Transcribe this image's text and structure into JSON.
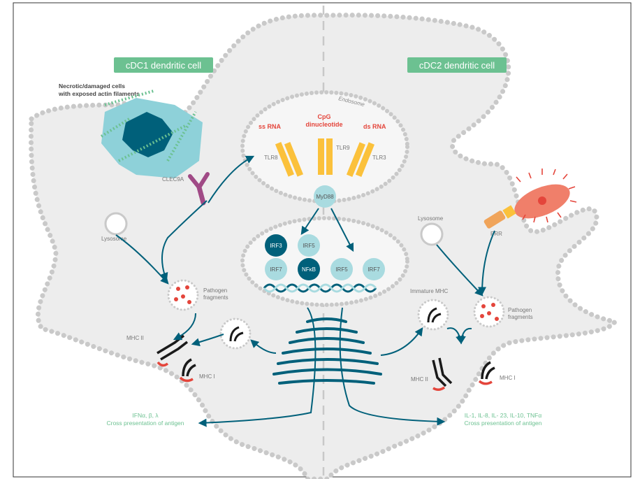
{
  "cells": {
    "left_title": "cDC1 dendritic cell",
    "right_title": "cDC2 dendritic cell"
  },
  "necrotic": {
    "line1": "Necrotic/damaged cells",
    "line2": "with exposed actin filaments"
  },
  "receptors": {
    "clec9a": "CLEC9A",
    "prr": "PRR",
    "tlr8": "TLR8",
    "tlr9": "TLR9",
    "tlr3": "TLR3",
    "myd88": "MyD88"
  },
  "endosome": {
    "label": "Endosome",
    "ss_rna": "ss RNA",
    "cpg_line1": "CpG",
    "cpg_line2": "dinucleotide",
    "ds_rna": "ds RNA"
  },
  "nucleus": {
    "irf3": "IRF3",
    "irf5_top": "IRF5",
    "irf7_left": "IRF7",
    "nfkb": "NFκB",
    "irf5_bottom": "IRF5",
    "irf7_right": "IRF7"
  },
  "left": {
    "lysosome": "Lysosome",
    "pathogen_line1": "Pathogen",
    "pathogen_line2": "fragments",
    "mhc2": "MHC II",
    "mhc1": "MHC I",
    "output_line1": "IFNα, β, λ",
    "output_line2": "Cross presentation of antigen"
  },
  "right": {
    "lysosome": "Lysosome",
    "immature_mhc": "Immature MHC",
    "pathogen_line1": "Pathogen",
    "pathogen_line2": "fragments",
    "mhc2": "MHC II",
    "mhc1": "MHC I",
    "output_line1": "IL-1, IL-8, IL- 23, IL-10, TNFα",
    "output_line2": "Cross presentation of antigen"
  },
  "colors": {
    "teal": "#00607a",
    "light_teal": "#a9dbe0",
    "green": "#6cc191",
    "yellow": "#fbc13b",
    "red": "#e4453b",
    "purple": "#a04a86",
    "orange": "#f0a45a",
    "membrane": "#c9c9c9"
  }
}
